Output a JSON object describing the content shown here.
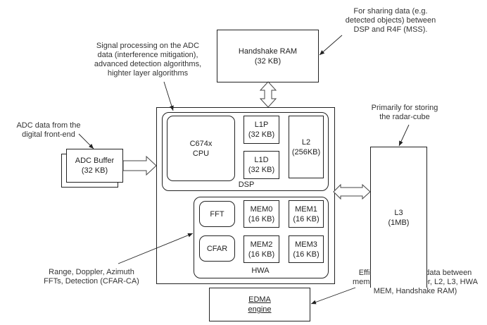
{
  "annotations": {
    "handshake_note": [
      "For sharing data (e.g.",
      "detected objects) between",
      "DSP and R4F (MSS)."
    ],
    "dsp_note": [
      "Signal processing on the ADC",
      "data (interference mitigation),",
      "advanced detection algorithms,",
      "highter layer algorithms"
    ],
    "adc_note": [
      "ADC data from the",
      "digital front-end"
    ],
    "l3_note": [
      "Primarily for storing",
      "the radar-cube"
    ],
    "hwa_note": [
      "Range, Doppler, Azimuth",
      "FFTs, Detection (CFAR-CA)"
    ],
    "edma_note": [
      "Efficient transfer of data between",
      "memories (ADC Buffer, L2, L3, HWA",
      "MEM, Handshake RAM)"
    ]
  },
  "blocks": {
    "handshake_ram": {
      "name": "Handshake RAM",
      "size": "(32 KB)"
    },
    "adc_buffer": {
      "name": "ADC Buffer",
      "size": "(32 KB)"
    },
    "dsp": {
      "label": "DSP",
      "cpu": {
        "name": "C674x",
        "sub": "CPU"
      },
      "l1p": {
        "name": "L1P",
        "size": "(32 KB)"
      },
      "l1d": {
        "name": "L1D",
        "size": "(32 KB)"
      },
      "l2": {
        "name": "L2",
        "size": "(256KB)"
      }
    },
    "hwa": {
      "label": "HWA",
      "fft": "FFT",
      "cfar": "CFAR",
      "mem0": {
        "name": "MEM0",
        "size": "(16 KB)"
      },
      "mem1": {
        "name": "MEM1",
        "size": "(16 KB)"
      },
      "mem2": {
        "name": "MEM2",
        "size": "(16 KB)"
      },
      "mem3": {
        "name": "MEM3",
        "size": "(16 KB)"
      }
    },
    "l3": {
      "name": "L3",
      "size": "(1MB)"
    },
    "edma": {
      "name": "EDMA",
      "sub": "engine"
    }
  }
}
